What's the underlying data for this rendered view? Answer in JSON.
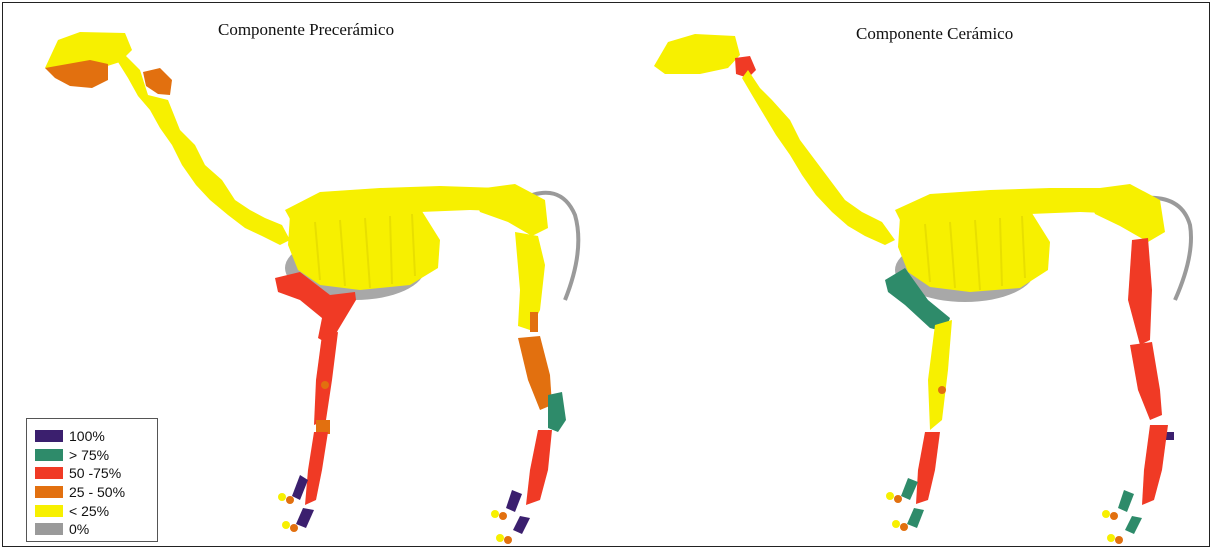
{
  "figure": {
    "panels": [
      {
        "title": "Componente Precerámico"
      },
      {
        "title": "Componente Cerámico"
      }
    ],
    "legend": [
      {
        "label": "100%",
        "color": "#3b1f6e"
      },
      {
        "label": "> 75%",
        "color": "#2e8b6a"
      },
      {
        "label": "50 -75%",
        "color": "#f03a25"
      },
      {
        "label": "25 - 50%",
        "color": "#e2700f"
      },
      {
        "label": "< 25%",
        "color": "#f7f000"
      },
      {
        "label": "0%",
        "color": "#9a9a9a"
      }
    ]
  }
}
